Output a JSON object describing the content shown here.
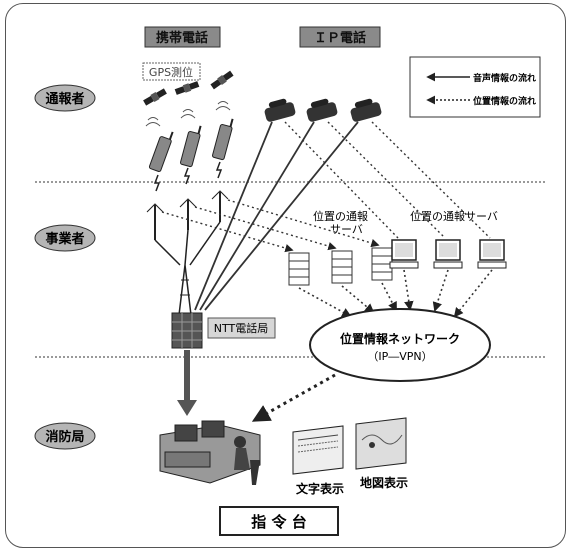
{
  "labels": {
    "mobile_header": "携帯電話",
    "ip_header": "ＩＰ電話",
    "gps": "GPS測位",
    "caller": "通報者",
    "operator": "事業者",
    "fire_dept": "消防局",
    "server1_line1": "位置の通報",
    "server1_line2": "サーバ",
    "server2": "位置の通報サーバ",
    "ntt": "NTT電話局",
    "network_line1": "位置情報ネットワーク",
    "network_line2": "（IP―VPN）",
    "text_display": "文字表示",
    "map_display": "地図表示",
    "command": "指 令 台"
  },
  "legend": {
    "voice": "音声情報の流れ",
    "location": "位置情報の流れ"
  },
  "colors": {
    "header_bg": "#8a8a8a",
    "zone_bg": "#b5b5b5",
    "line": "#333333",
    "arrow_big": "#555555"
  }
}
